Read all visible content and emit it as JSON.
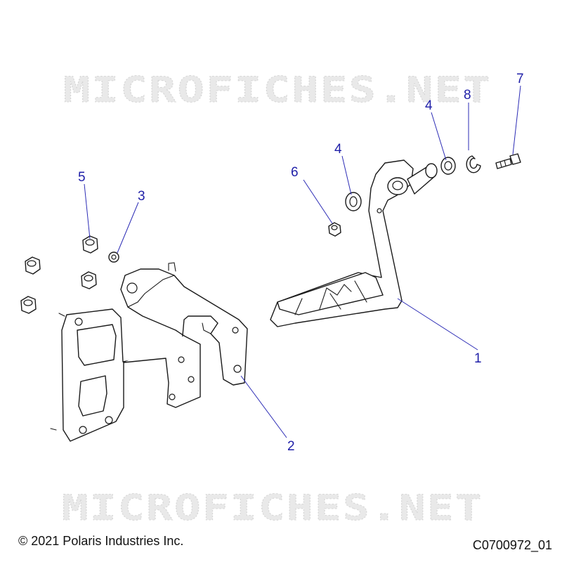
{
  "watermark": "MICROFICHES.NET",
  "callouts": {
    "c1": "1",
    "c2": "2",
    "c3": "3",
    "c4a": "4",
    "c4b": "4",
    "c5": "5",
    "c6": "6",
    "c7": "7",
    "c8": "8"
  },
  "footer": {
    "copyright": "© 2021 Polaris Industries Inc.",
    "figure_code": "C0700972_01"
  },
  "colors": {
    "callout": "#1f1fa8",
    "line_art": "#1a1a1a",
    "watermark": "#d6d6d6"
  }
}
